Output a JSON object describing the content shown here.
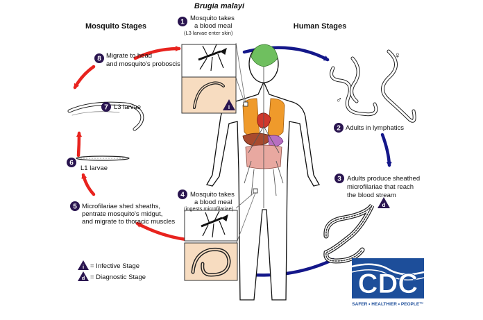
{
  "title": "Brugia malayi",
  "sections": {
    "mosquito": "Mosquito Stages",
    "human": "Human Stages"
  },
  "steps": [
    {
      "num": "1",
      "lines": [
        "Mosquito takes",
        "a blood meal"
      ],
      "note": "(L3 larvae enter skin)"
    },
    {
      "num": "2",
      "lines": [
        "Adults in lymphatics"
      ]
    },
    {
      "num": "3",
      "lines": [
        "Adults produce sheathed",
        "microfilariae that reach",
        "the blood stream"
      ]
    },
    {
      "num": "4",
      "lines": [
        "Mosquito takes",
        "a blood meal"
      ],
      "note": "(ingests microfilariae)"
    },
    {
      "num": "5",
      "lines": [
        "Microfilariae shed sheaths,",
        "pentrate mosquito's midgut,",
        "and migrate to thoracic muscles"
      ]
    },
    {
      "num": "6",
      "lines": [
        "L1 larvae"
      ]
    },
    {
      "num": "7",
      "lines": [
        "L3 larvae"
      ]
    },
    {
      "num": "8",
      "lines": [
        "Migrate to head",
        "and mosquito's proboscis"
      ]
    }
  ],
  "legend": {
    "infective_letter": "i",
    "infective_text": "= Infective Stage",
    "diagnostic_letter": "d",
    "diagnostic_text": "= Diagnostic Stage"
  },
  "symbols": {
    "female": "♀",
    "male": "♂"
  },
  "logo": {
    "text": "CDC",
    "tagline": "SAFER • HEALTHIER • PEOPLE™"
  },
  "colors": {
    "red_arrow": "#e8231e",
    "blue_arrow": "#14178a",
    "badge": "#2a1550",
    "inset_bg": "#f7dcc0",
    "cdc_blue": "#1d4e9a"
  }
}
